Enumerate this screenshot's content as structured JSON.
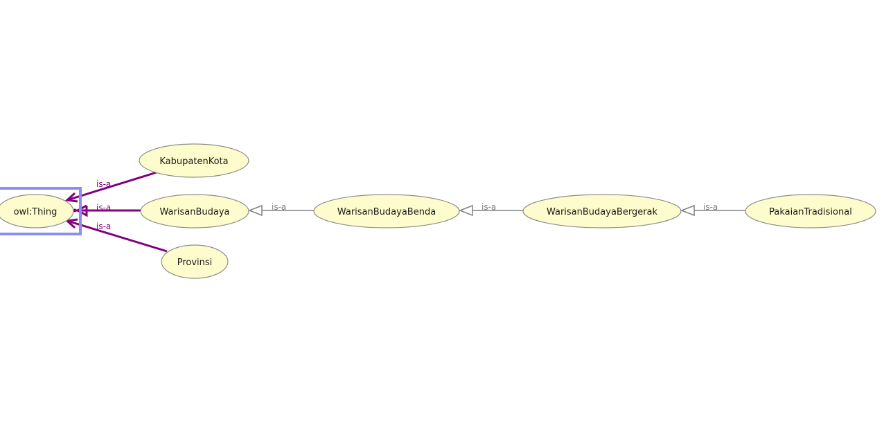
{
  "diagram": {
    "type": "owl-class-hierarchy",
    "selected_node": "owl:Thing",
    "colors": {
      "node_fill": "#fdfccc",
      "node_stroke": "#8c8c8c",
      "selected_box": "#8c8cf5",
      "thing_edge": "#800080",
      "subclass_edge": "#808080"
    },
    "nodes": [
      {
        "id": "thing",
        "label": "owl:Thing"
      },
      {
        "id": "kabupatenkota",
        "label": "KabupatenKota"
      },
      {
        "id": "warisanbudaya",
        "label": "WarisanBudaya"
      },
      {
        "id": "provinsi",
        "label": "Provinsi"
      },
      {
        "id": "warisanbudayabenda",
        "label": "WarisanBudayaBenda"
      },
      {
        "id": "warisanbudayabergerak",
        "label": "WarisanBudayaBergerak"
      },
      {
        "id": "pakaiantradisional",
        "label": "PakaianTradisional"
      }
    ],
    "edges": [
      {
        "from": "KabupatenKota",
        "to": "owl:Thing",
        "label": "is-a"
      },
      {
        "from": "WarisanBudaya",
        "to": "owl:Thing",
        "label": "is-a"
      },
      {
        "from": "Provinsi",
        "to": "owl:Thing",
        "label": "is-a"
      },
      {
        "from": "WarisanBudayaBenda",
        "to": "WarisanBudaya",
        "label": "is-a"
      },
      {
        "from": "WarisanBudayaBergerak",
        "to": "WarisanBudayaBenda",
        "label": "is-a"
      },
      {
        "from": "PakaianTradisional",
        "to": "WarisanBudayaBergerak",
        "label": "is-a"
      }
    ]
  }
}
